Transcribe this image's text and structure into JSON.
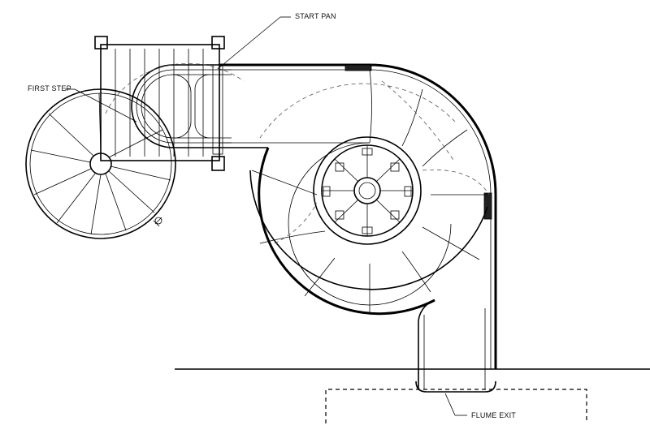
{
  "labels": {
    "start_pan": "START PAN",
    "first_step": "FIRST STEP",
    "flume_exit": "FLUME EXIT"
  }
}
